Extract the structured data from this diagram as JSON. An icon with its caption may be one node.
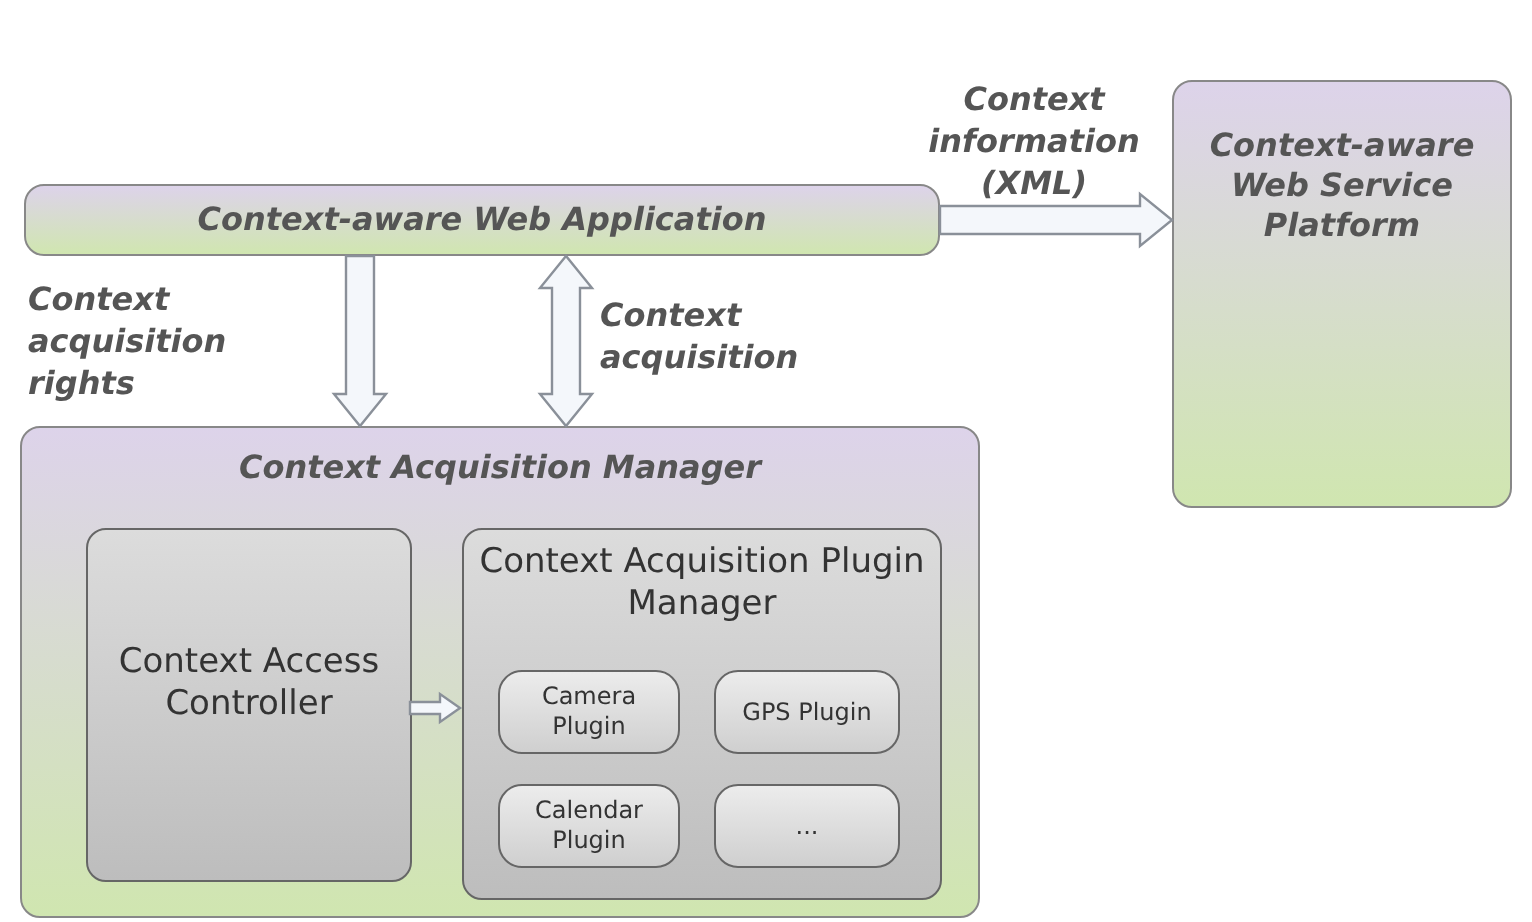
{
  "diagram": {
    "nodes": [
      {
        "text": [
          "Context-aware Web Application"
        ]
      },
      {
        "text": [
          "Context-aware Web Service Platform"
        ]
      },
      {
        "text": [
          "Context Acquisition Manager"
        ]
      },
      {
        "text": [
          "Context Access Controller"
        ],
        "in": 2
      },
      {
        "text": [
          "Context Acquisition Plugin Manager"
        ],
        "in": 2
      },
      {
        "text": [
          "Camera Plugin"
        ],
        "in": 4
      },
      {
        "text": [
          "GPS Plugin"
        ],
        "in": 4
      },
      {
        "text": [
          "Calendar Plugin"
        ],
        "in": 4
      },
      {
        "text": [
          "..."
        ],
        "in": 4
      }
    ],
    "edges": [
      {
        "from": 0,
        "to": 2,
        "arrow": "to",
        "label": "Context acquisition rights"
      },
      {
        "from": 0,
        "to": 2,
        "arrow": "both",
        "label": "Context acquisition"
      },
      {
        "from": 0,
        "to": 1,
        "arrow": "to",
        "label": "Context information (XML)"
      },
      {
        "from": 3,
        "to": 4,
        "arrow": "to"
      }
    ]
  }
}
